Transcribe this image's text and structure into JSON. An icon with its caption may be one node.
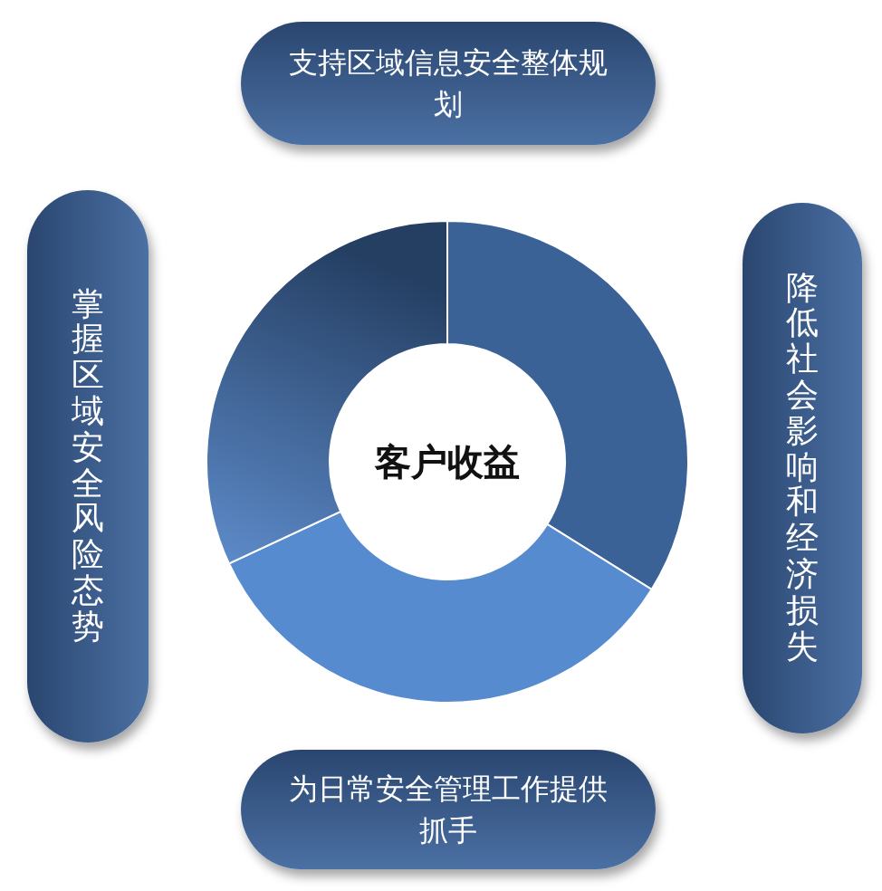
{
  "diagram": {
    "nodes": [
      {
        "text": [
          "支持区域信息安全整体规划"
        ]
      },
      {
        "text": [
          "掌握区域安全风险态势"
        ]
      },
      {
        "text": [
          "降低社会影响和经济损失"
        ]
      },
      {
        "text": [
          "为日常安全管理工作提供抓手"
        ]
      },
      {
        "text": [
          "客户收益"
        ]
      }
    ]
  }
}
